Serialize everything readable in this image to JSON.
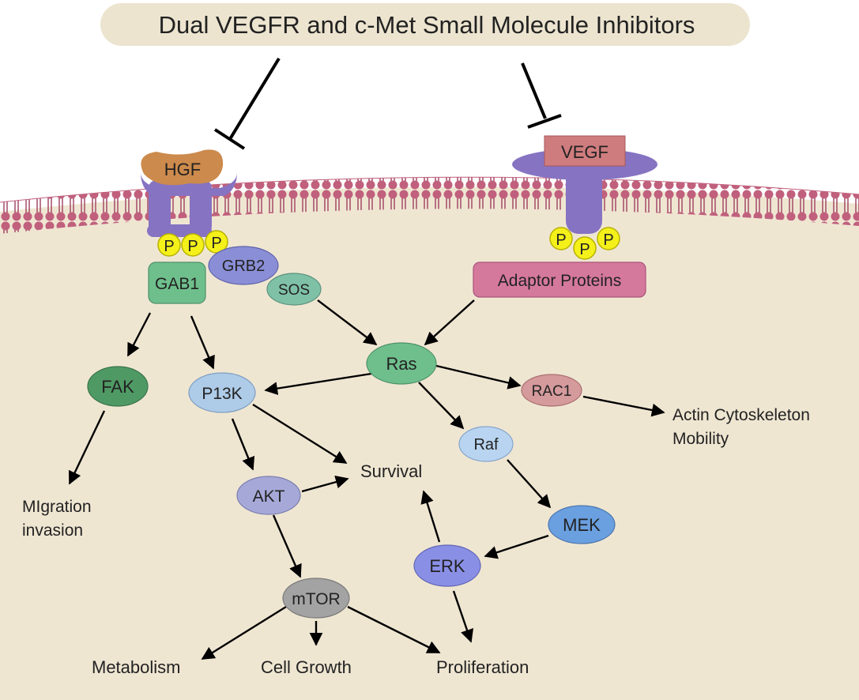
{
  "title": "Dual VEGFR and c-Met Small Molecule Inhibitors",
  "colors": {
    "background": "#ffffff",
    "cell": "#efe6d2",
    "title_box": "#ece4cf",
    "membrane": "#c0607d",
    "receptor": "#8673c2",
    "hgf": "#cc8a4c",
    "phospho": "#f4f01a",
    "adaptor": "#d5799c",
    "vegf": "#cf7c7e",
    "green_node": "#6fbf8c",
    "blue_node": "#aecbe8",
    "purple_node": "#a6a9d8",
    "dark_blue_node": "#6a9fe0",
    "gray_node": "#a3a3a3",
    "rac1": "#d59a9c",
    "arrow": "#000000"
  },
  "ligands": {
    "hgf": "HGF",
    "vegf": "VEGF"
  },
  "phospho_label": "P",
  "nodes": {
    "gab1": "GAB1",
    "grb2": "GRB2",
    "sos": "SOS",
    "adaptor": "Adaptor Proteins",
    "ras": "Ras",
    "fak": "FAK",
    "pi3k": "P13K",
    "rac1": "RAC1",
    "raf": "Raf",
    "akt": "AKT",
    "mek": "MEK",
    "erk": "ERK",
    "mtor": "mTOR"
  },
  "outcomes": {
    "actin_line1": "Actin Cytoskeleton",
    "actin_line2": "Mobility",
    "survival": "Survival",
    "migration_line1": "MIgration",
    "migration_line2": "invasion",
    "metabolism": "Metabolism",
    "cell_growth": "Cell Growth",
    "proliferation": "Proliferation"
  }
}
